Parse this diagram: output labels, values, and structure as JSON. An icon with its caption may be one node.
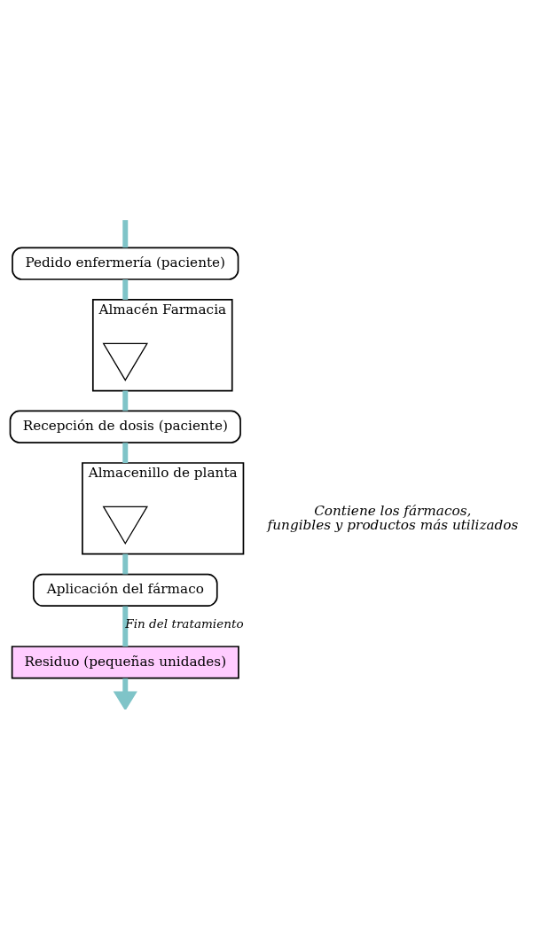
{
  "diagram": {
    "nodes": [
      {
        "text": [
          "Pedido enfermería (paciente)"
        ]
      },
      {
        "text": [
          "Almacén Farmacia"
        ]
      },
      {
        "text": [],
        "shape": "triangle",
        "in": 1
      },
      {
        "text": [
          "Recepción de dosis (paciente)"
        ]
      },
      {
        "text": [
          "Almacenillo de planta"
        ],
        "beside": [
          "Contiene los fármacos, fungibles y productos más utilizados"
        ]
      },
      {
        "text": [],
        "shape": "triangle",
        "in": 4
      },
      {
        "text": [
          "Aplicación del fármaco"
        ]
      },
      {
        "text": [
          "Residuo (pequeñas unidades)"
        ]
      }
    ],
    "edges": [
      {
        "from": null,
        "to": 0,
        "arrow": "none"
      },
      {
        "from": 0,
        "to": 1,
        "arrow": "none"
      },
      {
        "from": 1,
        "to": 3,
        "arrow": "none"
      },
      {
        "from": 3,
        "to": 4,
        "arrow": "none"
      },
      {
        "from": 4,
        "to": 6,
        "arrow": "none"
      },
      {
        "from": 6,
        "to": 7,
        "arrow": "none",
        "label": "Fin del tratamiento"
      },
      {
        "from": 7,
        "to": null,
        "arrow": "to"
      }
    ]
  }
}
